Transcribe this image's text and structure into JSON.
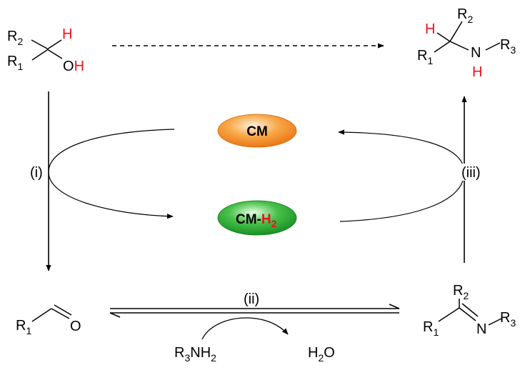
{
  "alcohol": {
    "R2": "R",
    "R2_sub": "2",
    "H": "H",
    "R1": "R",
    "R1_sub": "1",
    "O": "O",
    "OH_H": "H"
  },
  "amine_product": {
    "H": "H",
    "R2": "R",
    "R2_sub": "2",
    "R1": "R",
    "R1_sub": "1",
    "N": "N",
    "R3": "R",
    "R3_sub": "3",
    "NH": "H"
  },
  "aldehyde": {
    "R1": "R",
    "R1_sub": "1",
    "O": "O"
  },
  "imine": {
    "R2": "R",
    "R2_sub": "2",
    "R1": "R",
    "R1_sub": "1",
    "N": "N",
    "R3": "R",
    "R3_sub": "3"
  },
  "reagents": {
    "amine": "R",
    "amine_sub": "3",
    "amine_tail": "NH",
    "amine_tail_sub": "2",
    "water": "H",
    "water_sub": "2",
    "water_tail": "O"
  },
  "steps": {
    "i": "(i)",
    "ii": "(ii)",
    "iii": "(iii)"
  },
  "catalyst": {
    "cm": "CM",
    "cmh2_prefix": "CM-",
    "cmh2_h": "H",
    "cmh2_sub": "2"
  },
  "colors": {
    "red": "#e8151b",
    "orange": "#f28a1e",
    "green": "#1e9b2a"
  }
}
